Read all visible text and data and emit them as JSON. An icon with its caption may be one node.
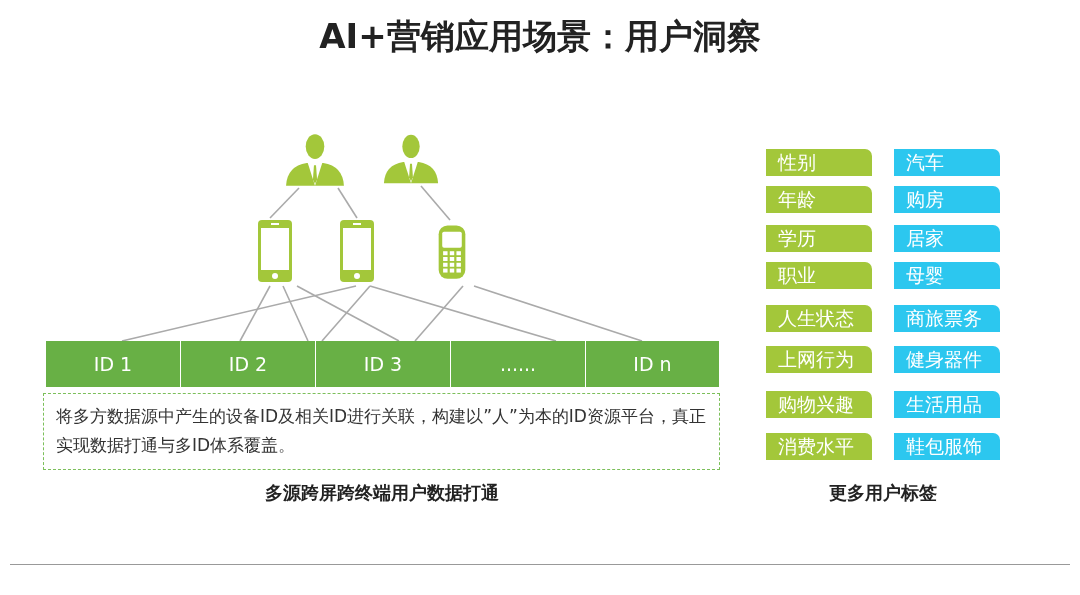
{
  "diagram": {
    "title": "AI+营销应用场景：用户洞察",
    "nodes": [
      {
        "text": [],
        "shape": "person"
      },
      {
        "text": [],
        "shape": "person"
      },
      {
        "text": [],
        "shape": "phone"
      },
      {
        "text": [],
        "shape": "phone"
      },
      {
        "text": [],
        "shape": "phone"
      },
      {
        "text": [
          "ID 1"
        ]
      },
      {
        "text": [
          "ID 2"
        ]
      },
      {
        "text": [
          "ID 3"
        ]
      },
      {
        "text": [
          "......"
        ]
      },
      {
        "text": [
          "ID n"
        ]
      },
      {
        "text": [
          "将多方数据源中产生的设备ID及相关ID进行关联，构建以”人”为本的ID资源平台，真正实现数据打通与多ID体系覆盖。"
        ]
      },
      {
        "text": [
          "性别"
        ]
      },
      {
        "text": [
          "汽车"
        ]
      },
      {
        "text": [
          "年龄"
        ]
      },
      {
        "text": [
          "购房"
        ]
      },
      {
        "text": [
          "学历"
        ]
      },
      {
        "text": [
          "居家"
        ]
      },
      {
        "text": [
          "职业"
        ]
      },
      {
        "text": [
          "母婴"
        ]
      },
      {
        "text": [
          "人生状态"
        ]
      },
      {
        "text": [
          "商旅票务"
        ]
      },
      {
        "text": [
          "上网行为"
        ]
      },
      {
        "text": [
          "健身器件"
        ]
      },
      {
        "text": [
          "购物兴趣"
        ]
      },
      {
        "text": [
          "生活用品"
        ]
      },
      {
        "text": [
          "消费水平"
        ]
      },
      {
        "text": [
          "鞋包服饰"
        ]
      }
    ],
    "edges": [
      {
        "from": 0,
        "to": 2,
        "arrow": "none"
      },
      {
        "from": 0,
        "to": 3,
        "arrow": "none"
      },
      {
        "from": 1,
        "to": 4,
        "arrow": "none"
      },
      {
        "from": 2,
        "to": 6,
        "arrow": "none"
      },
      {
        "from": 2,
        "to": 6,
        "arrow": "none"
      },
      {
        "from": 2,
        "to": 7,
        "arrow": "none"
      },
      {
        "from": 3,
        "to": 5,
        "arrow": "none"
      },
      {
        "from": 3,
        "to": 7,
        "arrow": "none"
      },
      {
        "from": 3,
        "to": 8,
        "arrow": "none"
      },
      {
        "from": 4,
        "to": 7,
        "arrow": "none"
      },
      {
        "from": 4,
        "to": 9,
        "arrow": "none"
      }
    ],
    "labels": [
      "多源跨屏跨终端用户数据打通",
      "更多用户标签"
    ]
  }
}
